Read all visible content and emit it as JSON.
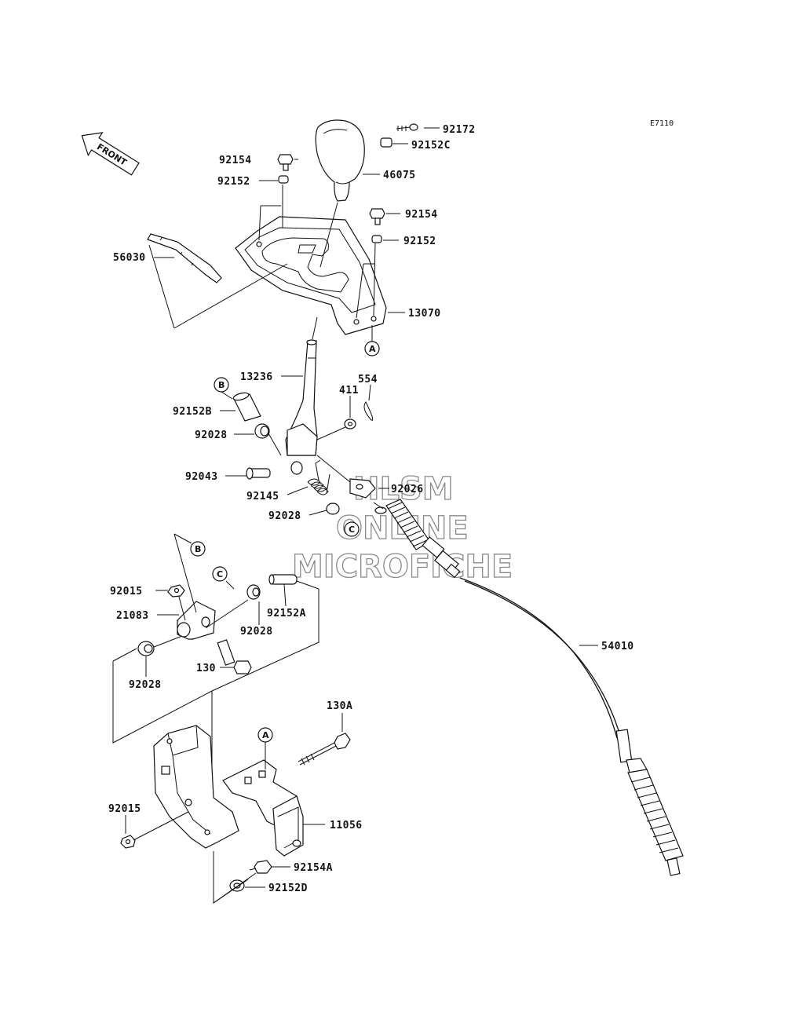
{
  "diagram_code": "E7110",
  "front_arrow_label": "FRONT",
  "watermark": {
    "line1": "HLSM",
    "line2": "ONLINE",
    "line3": "MICROFICHE"
  },
  "reference_markers": {
    "a_top": "A",
    "a_bottom": "A",
    "b_top": "B",
    "b_bottom": "B",
    "c_top": "C",
    "c_bottom": "C"
  },
  "part_labels": {
    "p92172": "92172",
    "p92152C": "92152C",
    "p46075": "46075",
    "p92154_top": "92154",
    "p92152_top": "92152",
    "p92154_right": "92154",
    "p92152_right": "92152",
    "p56030": "56030",
    "p13070": "13070",
    "p13236": "13236",
    "p554": "554",
    "p411": "411",
    "p92152B": "92152B",
    "p92028_a": "92028",
    "p92043": "92043",
    "p92026": "92026",
    "p92145": "92145",
    "p92028_b": "92028",
    "p92015_top": "92015",
    "p21083": "21083",
    "p92028_c": "92028",
    "p92152A": "92152A",
    "p130": "130",
    "p92028_d": "92028",
    "p54010": "54010",
    "p130A": "130A",
    "p92015_bottom": "92015",
    "p11056": "11056",
    "p92154A": "92154A",
    "p92152D": "92152D"
  }
}
